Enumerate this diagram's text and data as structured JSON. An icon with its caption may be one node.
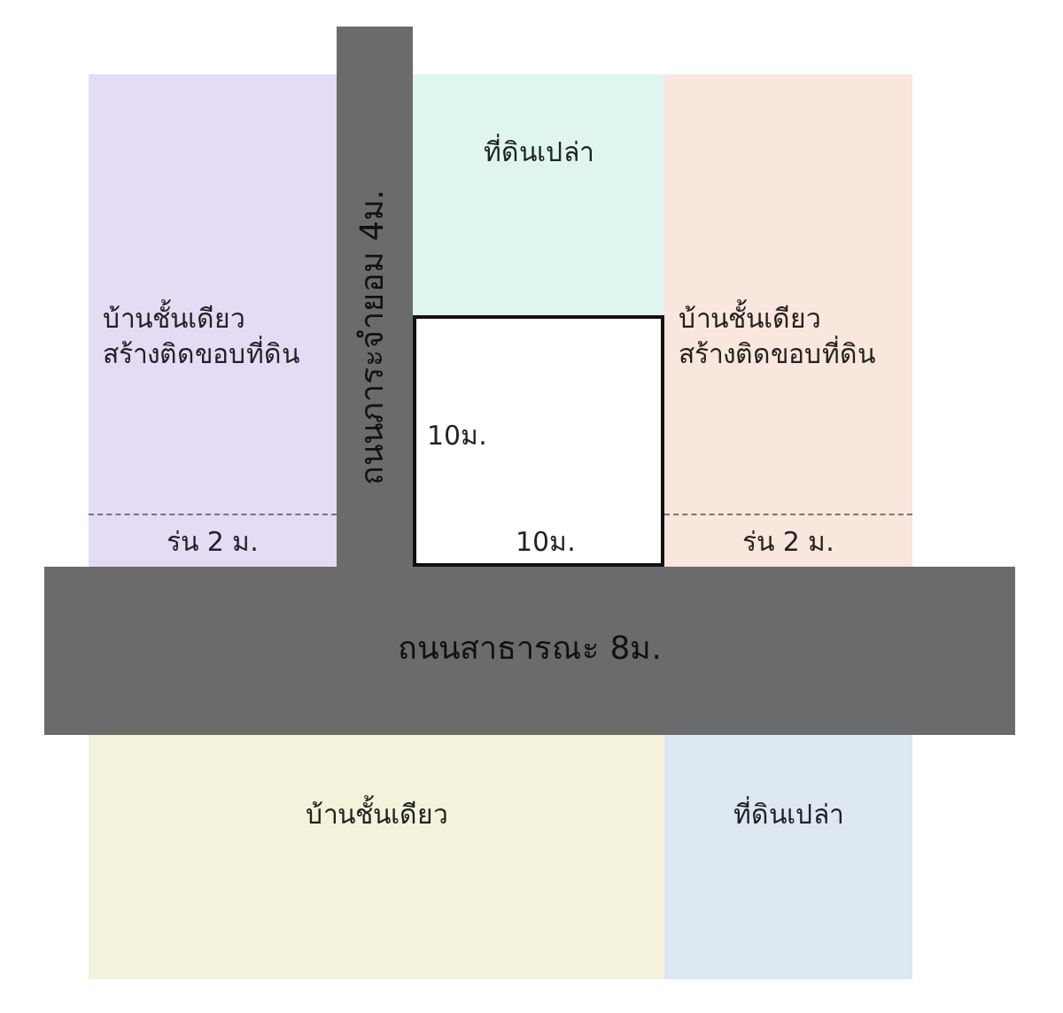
{
  "diagram": {
    "nodes": [
      {
        "text": [
          "บ้านชั้นเดียว สร้างติดขอบที่ดิน",
          "ร่น 2 ม."
        ]
      },
      {
        "text": [
          "ถนนภาระจำยอม 4ม."
        ]
      },
      {
        "text": [
          "ที่ดินเปล่า"
        ]
      },
      {
        "text": [],
        "shape": "box"
      },
      {
        "text": [
          "บ้านชั้นเดียว สร้างติดขอบที่ดิน",
          "ร่น 2 ม."
        ]
      },
      {
        "text": [
          "ถนนสาธารณะ 8ม."
        ]
      },
      {
        "text": [
          "บ้านชั้นเดียว"
        ]
      },
      {
        "text": [
          "ที่ดินเปล่า"
        ]
      }
    ],
    "edges": [],
    "labels": [
      "10ม.",
      "10ม."
    ]
  }
}
